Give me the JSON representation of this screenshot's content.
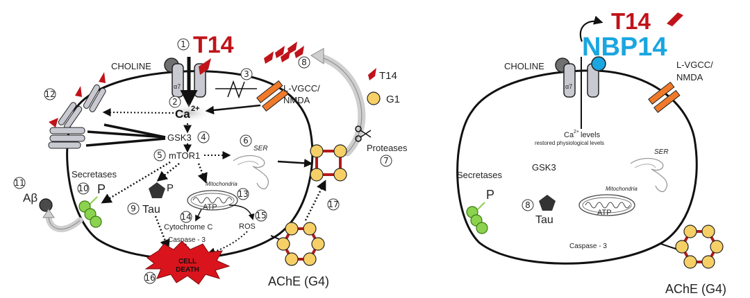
{
  "left": {
    "title": "T14",
    "choline": "CHOLINE",
    "alpha7": "α7",
    "vgcc": "L-VGCC/",
    "nmda": "NMDA",
    "ca": "Ca",
    "ca_sup": "2+",
    "gsk3": "GSK3",
    "mtor1": "mTOR1",
    "ser": "SER",
    "mito": "Mitochondria",
    "atp": "ATP",
    "cytc": "Cytochrome C",
    "ros": "ROS",
    "caspase": "Caspase - 3",
    "cell_death_1": "CELL",
    "cell_death_2": "DEATH",
    "secretases": "Secretases",
    "p": "P",
    "tau": "Tau",
    "ab": "Aβ",
    "t14_small": "T14",
    "g1": "G1",
    "proteases": "Proteases",
    "ache": "AChE (G4)",
    "numbers": [
      "1",
      "2",
      "3",
      "4",
      "5",
      "6",
      "7",
      "8",
      "9",
      "10",
      "11",
      "12",
      "13",
      "14",
      "15",
      "16",
      "17"
    ]
  },
  "right": {
    "t14": "T14",
    "nbp14": "NBP14",
    "choline": "CHOLINE",
    "alpha7": "α7",
    "vgcc": "L-VGCC/",
    "nmda": "NMDA",
    "ca": "Ca",
    "ca_sup": "2+",
    "ca_levels": "levels",
    "restored": "restored physiological levels",
    "ser": "SER",
    "gsk3": "GSK3",
    "secretases": "Secretases",
    "p": "P",
    "tau": "Tau",
    "eight": "8",
    "mito": "Mitochondria",
    "atp": "ATP",
    "caspase": "Caspase - 3",
    "ache": "AChE (G4)"
  },
  "colors": {
    "t14_red": "#c0131a",
    "nbp14_blue": "#1aa6e0",
    "death_red": "#d9141c",
    "orange": "#f07a2a",
    "yellow": "#f6d066",
    "green": "#8bd24e",
    "receptor": "#c9c9d2",
    "choline_gray": "#707070"
  }
}
